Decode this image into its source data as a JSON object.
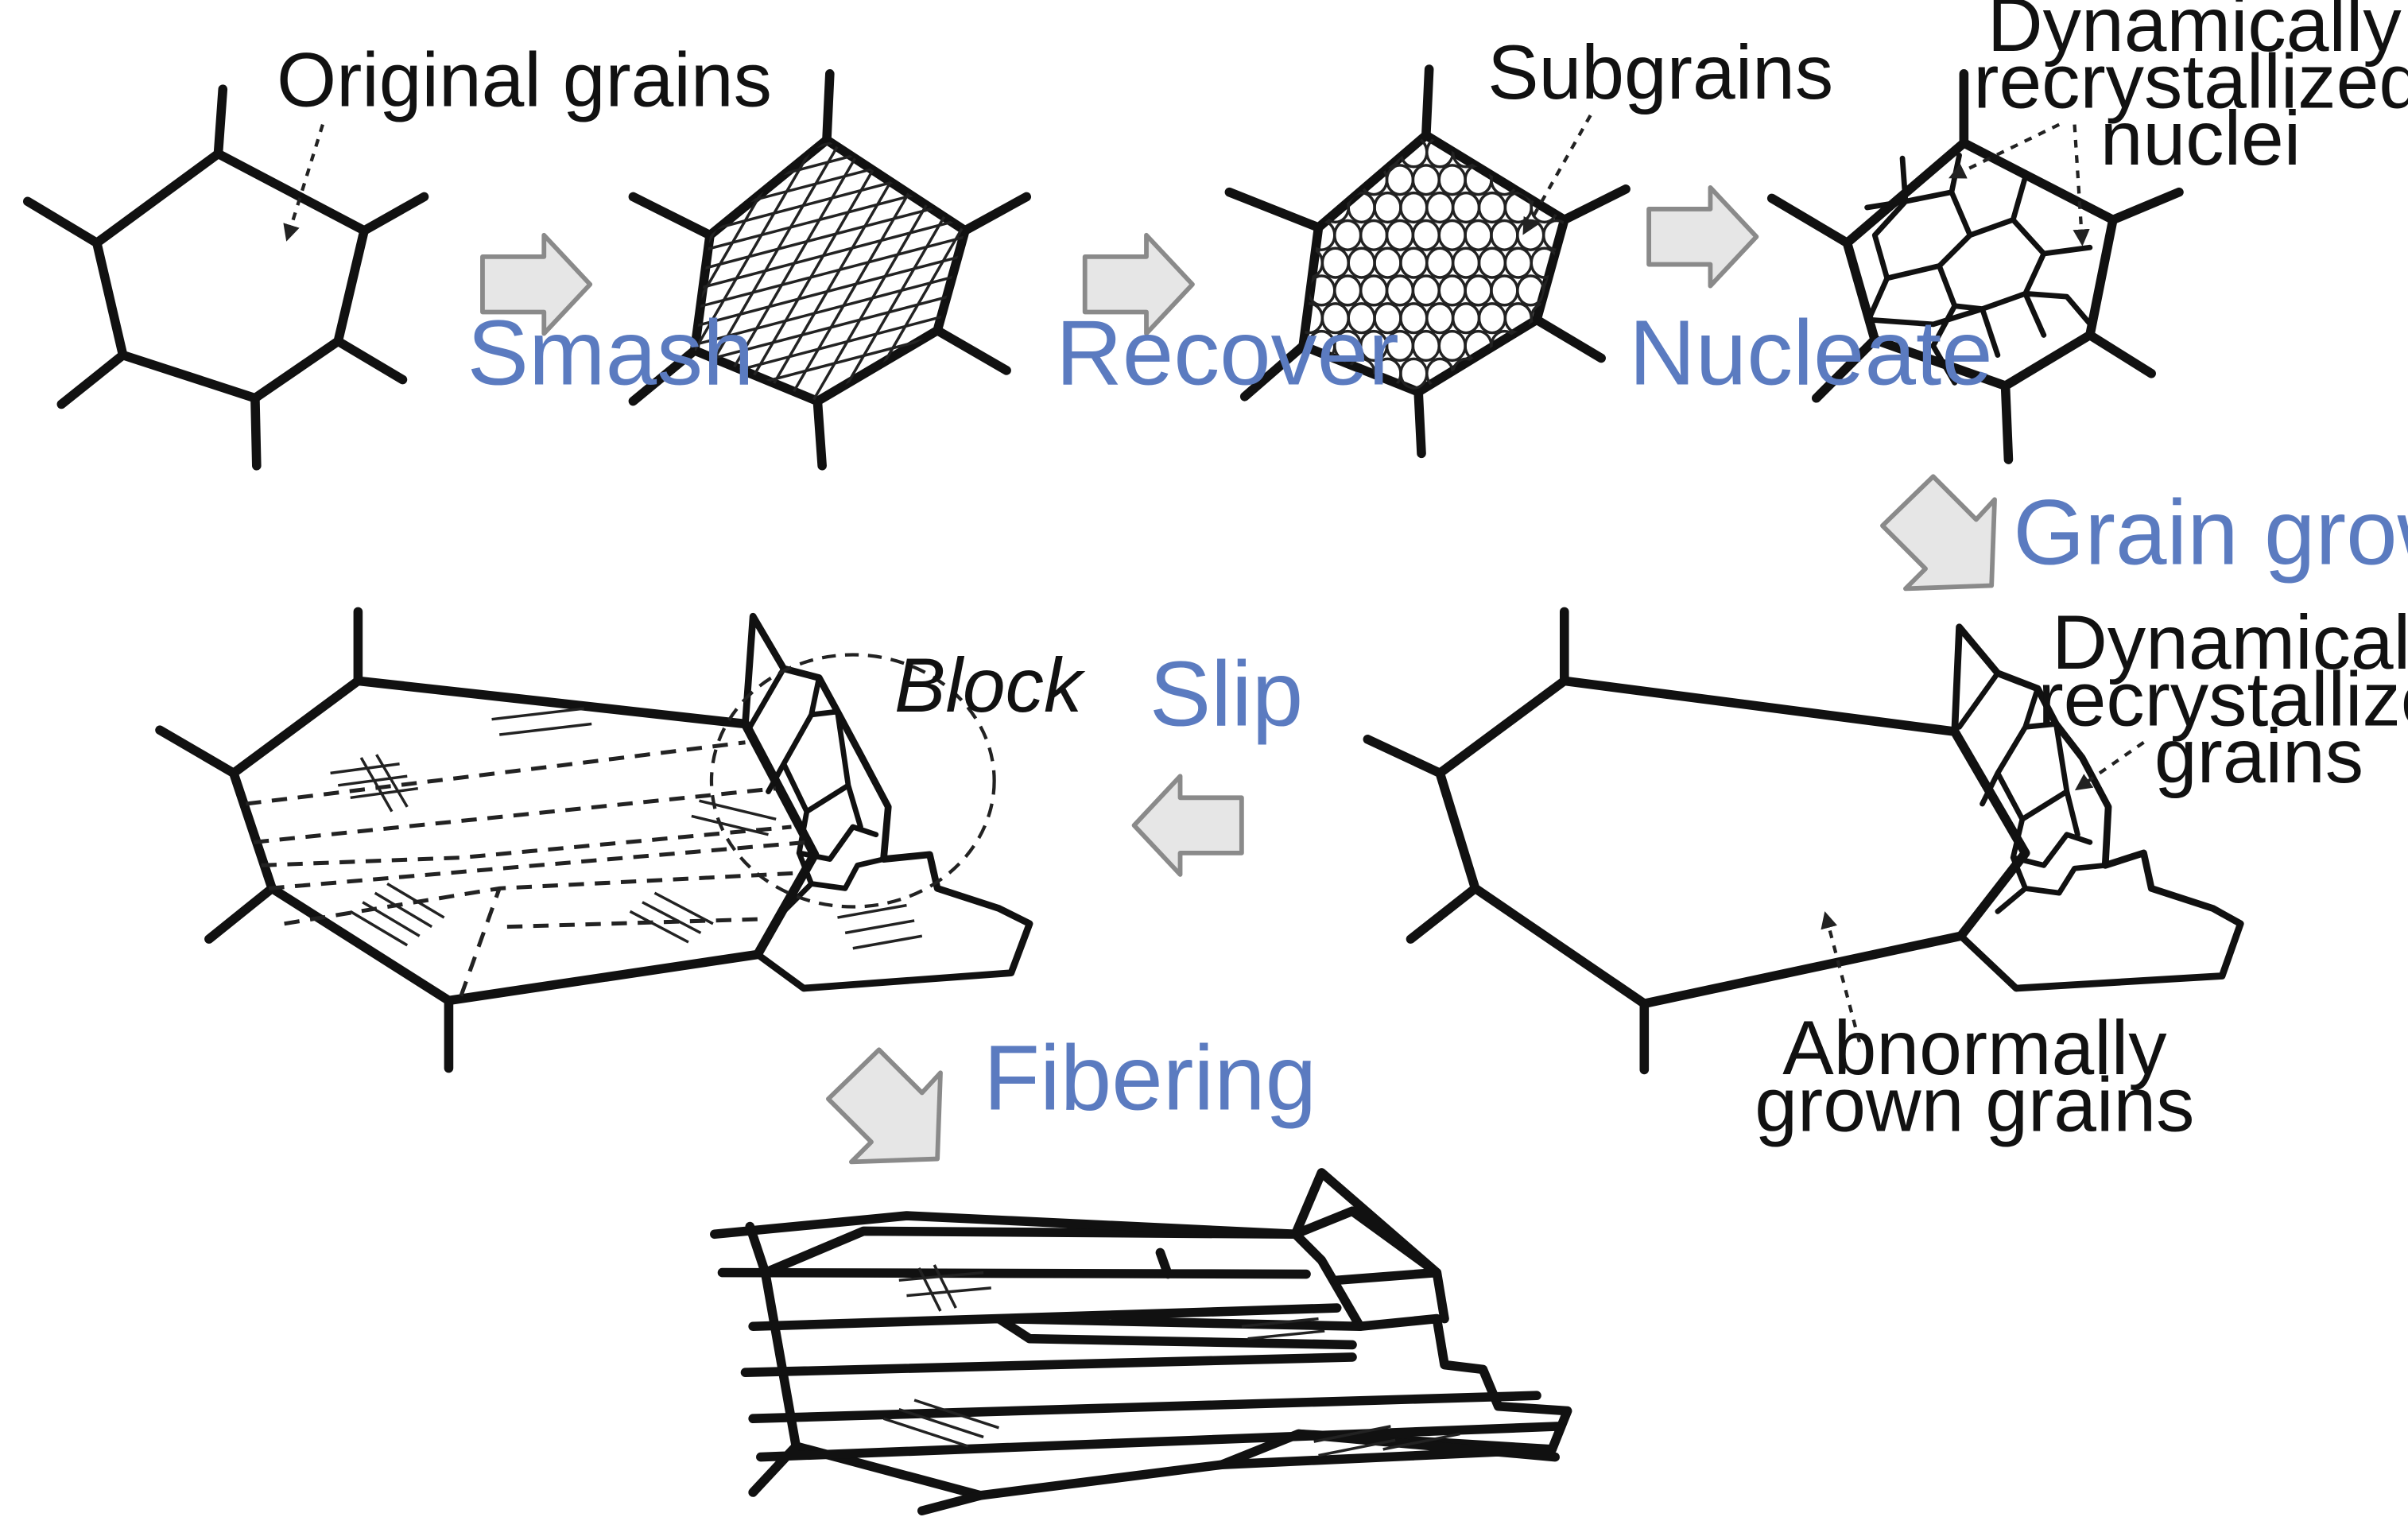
{
  "steps": {
    "smash": "Smash",
    "recover": "Recover",
    "nucleate": "Nucleate",
    "grain_growth": "Grain growth",
    "slip": "Slip",
    "fibering": "Fibering"
  },
  "labels": {
    "original_grains": "Original grains",
    "subgrains": "Subgrains",
    "nuclei": [
      "Dynamically",
      "recrystallized",
      "nuclei"
    ],
    "drx_grains": [
      "Dynamically",
      "recrystallized",
      "grains"
    ],
    "abnormal_grains": [
      "Abnormally",
      "grown grains"
    ],
    "block": "Block"
  },
  "colors": {
    "step_text": "#5b7bc0",
    "arrow_fill": "#e6e6e6",
    "line": "#111111"
  }
}
